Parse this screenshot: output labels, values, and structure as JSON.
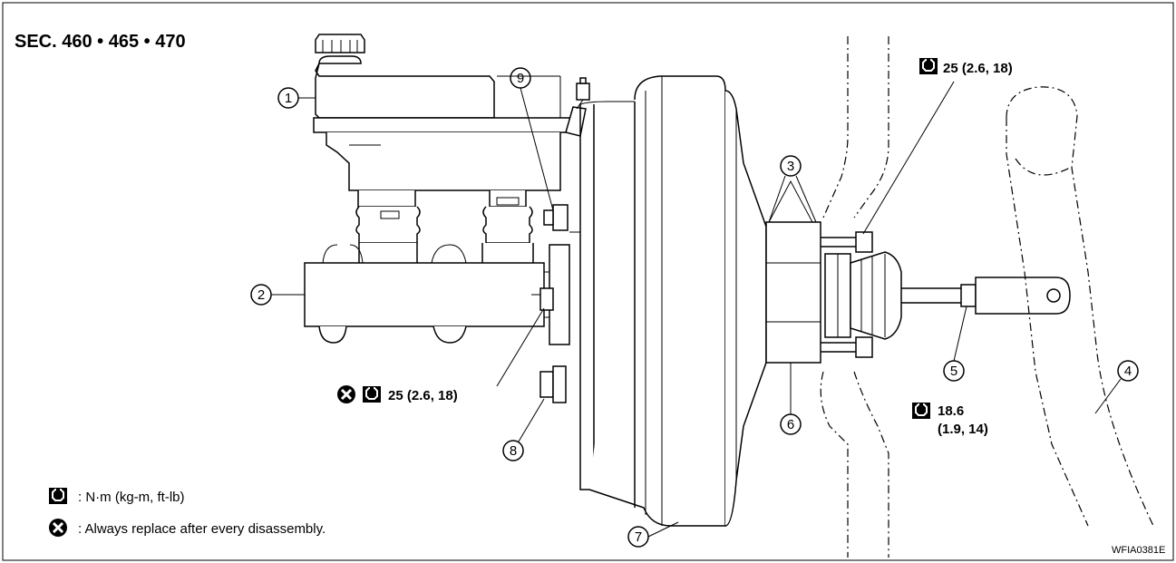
{
  "header": {
    "section": "SEC. 460 • 465 • 470"
  },
  "callouts": [
    "1",
    "2",
    "3",
    "4",
    "5",
    "6",
    "7",
    "8",
    "9"
  ],
  "torque": {
    "top": "25 (2.6, 18)",
    "left": "25 (2.6, 18)",
    "right_line1": "18.6",
    "right_line2": "(1.9, 14)"
  },
  "legend": {
    "torque_unit": ": N·m (kg-m, ft-lb)",
    "replace_note": ": Always replace after every disassembly."
  },
  "figure_code": "WFIA0381E",
  "icons": {
    "torque": "torque-wrench-icon",
    "replace": "always-replace-icon"
  },
  "colors": {
    "line": "#000000",
    "background": "#ffffff"
  }
}
